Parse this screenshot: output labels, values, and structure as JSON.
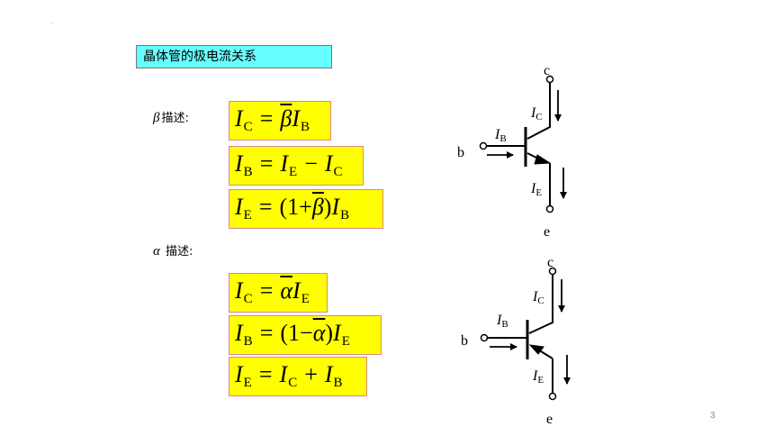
{
  "title": "晶体管的极电流关系",
  "page_number": "3",
  "corner_mark": "·",
  "beta_section": {
    "symbol": "β",
    "label": "描述:",
    "eq1": {
      "lhs": "I",
      "lhs_sub": "C",
      "op": "=",
      "coef": "β",
      "rhs": "I",
      "rhs_sub": "B"
    },
    "eq2": {
      "lhs": "I",
      "lhs_sub": "B",
      "op": "=",
      "t1": "I",
      "t1_sub": "E",
      "minus": "−",
      "t2": "I",
      "t2_sub": "C"
    },
    "eq3": {
      "lhs": "I",
      "lhs_sub": "E",
      "op": "=",
      "open": "(1+",
      "coef": "β",
      "close": ")",
      "rhs": "I",
      "rhs_sub": "B"
    }
  },
  "alpha_section": {
    "symbol": "α",
    "label": "描述:",
    "eq1": {
      "lhs": "I",
      "lhs_sub": "C",
      "op": "=",
      "coef": "α",
      "rhs": "I",
      "rhs_sub": "E"
    },
    "eq2": {
      "lhs": "I",
      "lhs_sub": "B",
      "op": "=",
      "open": "(1−",
      "coef": "α",
      "close": ")",
      "rhs": "I",
      "rhs_sub": "E"
    },
    "eq3": {
      "lhs": "I",
      "lhs_sub": "E",
      "op": "=",
      "t1": "I",
      "t1_sub": "C",
      "plus": "+",
      "t2": "I",
      "t2_sub": "B"
    }
  },
  "circuit_top": {
    "c": "c",
    "b": "b",
    "e": "e",
    "ic": "I",
    "ic_sub": "C",
    "ib": "I",
    "ib_sub": "B",
    "ie": "I",
    "ie_sub": "E"
  },
  "circuit_bottom": {
    "c": "c",
    "b": "b",
    "e": "e",
    "ic": "I",
    "ic_sub": "C",
    "ib": "I",
    "ib_sub": "B",
    "ie": "I",
    "ie_sub": "E"
  }
}
